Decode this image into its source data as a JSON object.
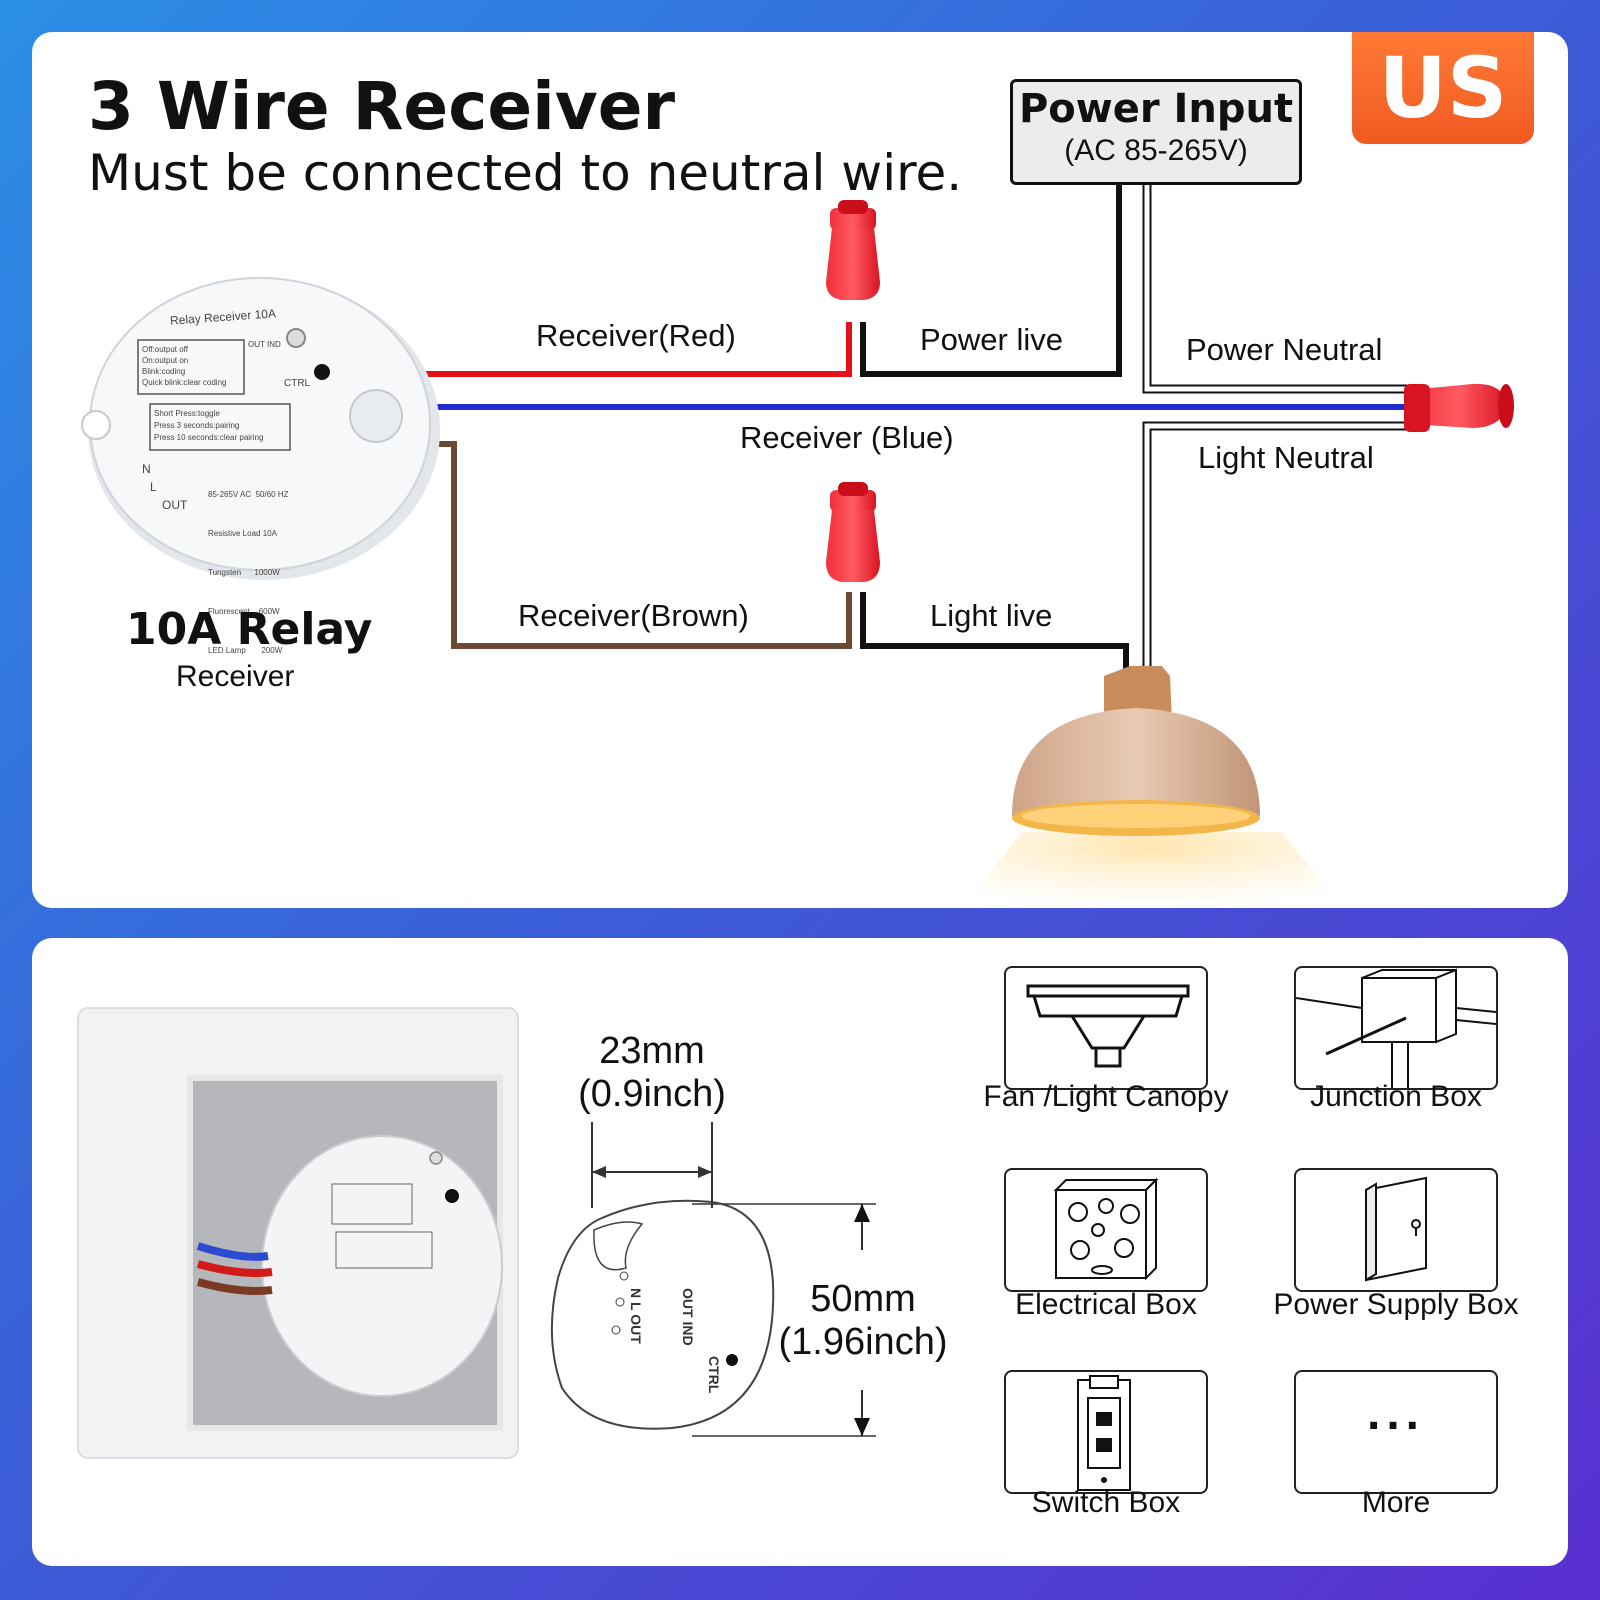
{
  "header": {
    "title": "3 Wire Receiver",
    "subtitle": "Must be connected to neutral wire."
  },
  "badge": {
    "label": "US"
  },
  "power_input": {
    "title": "Power Input",
    "voltage": "(AC 85-265V)"
  },
  "wires": {
    "receiver_red": "Receiver(Red)",
    "power_live": "Power live",
    "power_neutral": "Power Neutral",
    "receiver_blue": "Receiver (Blue)",
    "light_neutral": "Light Neutral",
    "receiver_brown": "Receiver(Brown)",
    "light_live": "Light live"
  },
  "relay": {
    "title": "10A Relay",
    "subtitle": "Receiver",
    "device_label": "Relay Receiver 10A",
    "indicator_lines": [
      "Off:output off",
      "On:output on",
      "Blink:coding",
      "Quick blink:clear coding"
    ],
    "press_lines": [
      "Short Press:toggle",
      "Press 3 seconds:pairing",
      "Press 10 seconds:clear pairing"
    ],
    "out_ind": "OUT IND",
    "ctrl": "CTRL",
    "terminals": [
      "N",
      "L",
      "OUT"
    ],
    "specs": [
      "85-265V AC  50/60 HZ",
      "Resistive Load 10A",
      "Tungsten      1000W",
      "Fluorescent    600W",
      "LED Lamp       200W"
    ]
  },
  "dimensions": {
    "height_mm": "23mm",
    "height_in": "(0.9inch)",
    "diameter_mm": "50mm",
    "diameter_in": "(1.96inch)"
  },
  "mounting": [
    {
      "label": "Fan /Light Canopy",
      "icon": "canopy-icon"
    },
    {
      "label": "Junction Box",
      "icon": "junction-box-icon"
    },
    {
      "label": "Electrical Box",
      "icon": "electrical-box-icon"
    },
    {
      "label": "Power Supply Box",
      "icon": "power-supply-box-icon"
    },
    {
      "label": "Switch Box",
      "icon": "switch-box-icon"
    },
    {
      "label": "More",
      "icon": "more-icon",
      "glyph": "..."
    }
  ],
  "colors": {
    "red_wire": "#e3101b",
    "blue_wire": "#1f2bd0",
    "brown_wire": "#6b4a33",
    "black_wire": "#111111",
    "connector": "#e81b2a",
    "badge": "#f26a2a"
  }
}
